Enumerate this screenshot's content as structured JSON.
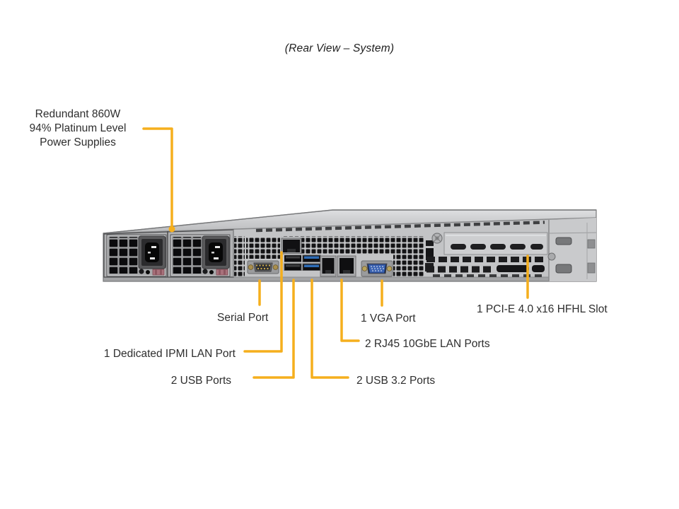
{
  "title": "(Rear View – System)",
  "callouts": {
    "psu": [
      "Redundant 860W",
      "94% Platinum Level",
      "Power Supplies"
    ],
    "serial_port": "Serial Port",
    "vga_port": "1 VGA Port",
    "pcie_slot": "1 PCI-E 4.0 x16 HFHL Slot",
    "ipmi_lan": "1 Dedicated IPMI LAN Port",
    "usb_ports": "2 USB Ports",
    "rj45_lan": "2 RJ45 10GbE LAN Ports",
    "usb32_ports": "2 USB 3.2 Ports"
  },
  "colors": {
    "callout": "#F5AF1D",
    "chassis": "#C3C4C6",
    "chassis_top": "#D6D7D9",
    "usb3_blue": "#2E6CB5",
    "vga_blue": "#3B63B2"
  }
}
